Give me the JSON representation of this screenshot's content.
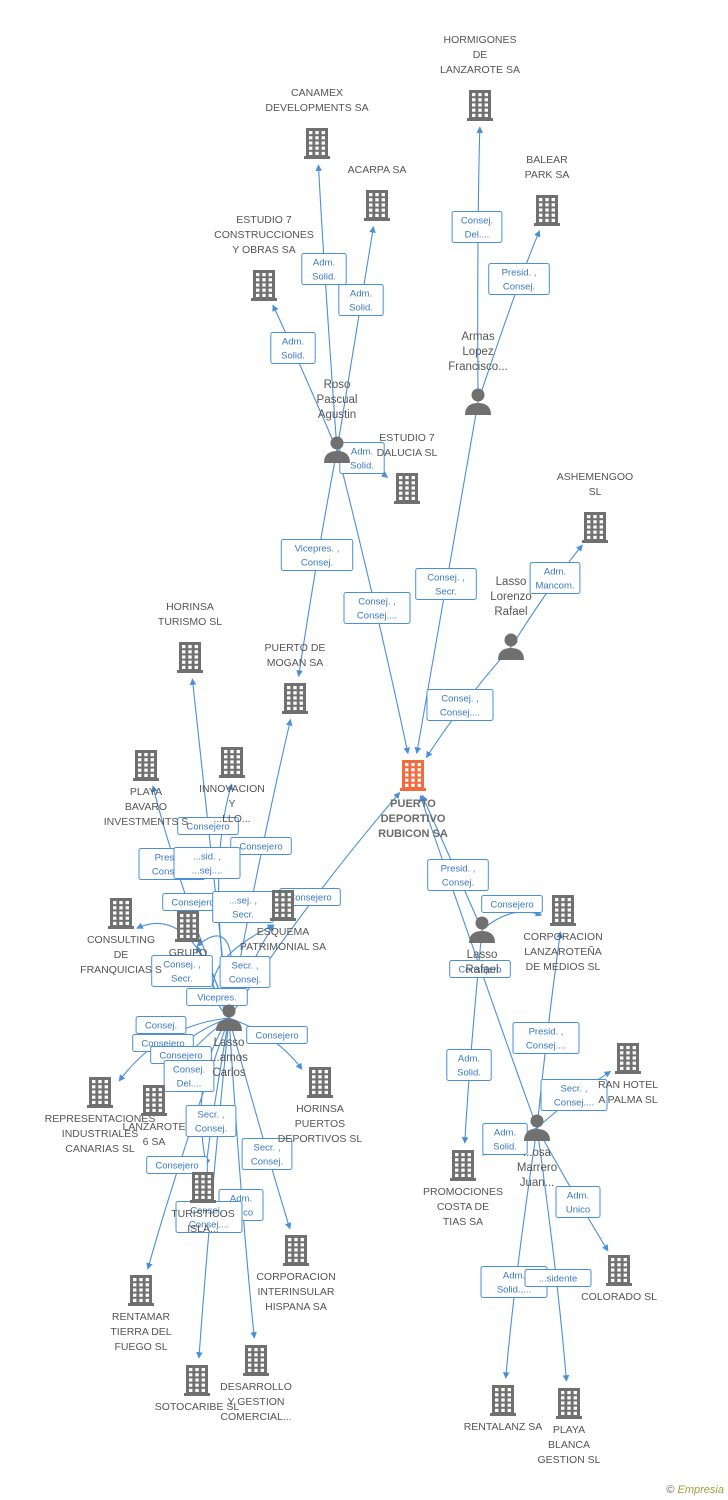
{
  "colors": {
    "building": "#707070",
    "focus": "#f26a3d",
    "edge": "#4a90d9",
    "person": "#707070"
  },
  "focus": {
    "id": "prubicon",
    "lines": [
      "PUERTO",
      "DEPORTIVO",
      "RUBICON SA"
    ]
  },
  "companies": [
    {
      "id": "hormigones",
      "lines": [
        "HORMIGONES",
        "DE",
        "LANZAROTE SA"
      ]
    },
    {
      "id": "canamex",
      "lines": [
        "CANAMEX",
        "DEVELOPMENTS SA"
      ]
    },
    {
      "id": "balear",
      "lines": [
        "BALEAR",
        "PARK SA"
      ]
    },
    {
      "id": "acarpa",
      "lines": [
        "ACARPA SA"
      ]
    },
    {
      "id": "estudio7c",
      "lines": [
        "ESTUDIO 7",
        "CONSTRUCCIONES",
        "Y OBRAS SA"
      ]
    },
    {
      "id": "estudio7a",
      "lines": [
        "ESTUDIO 7",
        "DALUCIA SL"
      ]
    },
    {
      "id": "ashemengoo",
      "lines": [
        "ASHEMENGOO",
        "SL"
      ]
    },
    {
      "id": "horinsa_t",
      "lines": [
        "HORINSA",
        "TURISMO SL"
      ]
    },
    {
      "id": "mogan",
      "lines": [
        "PUERTO DE",
        "MOGAN SA"
      ]
    },
    {
      "id": "bavaro",
      "lines": [
        "PLAYA",
        "BAVARO",
        "INVESTMENTS S"
      ]
    },
    {
      "id": "innovacion",
      "lines": [
        "INNOVACION",
        "Y",
        "...LLO..."
      ]
    },
    {
      "id": "consulting",
      "lines": [
        "CONSULTING",
        "DE",
        "FRANQUICIAS S"
      ]
    },
    {
      "id": "grupo",
      "lines": [
        "GRUPO"
      ]
    },
    {
      "id": "esquema",
      "lines": [
        "ESQUEMA",
        "PATRIMONIAL SA"
      ]
    },
    {
      "id": "corp_lanz",
      "lines": [
        "CORPORACION",
        "LANZAROTEÑA",
        "DE MEDIOS SL"
      ]
    },
    {
      "id": "granhotel",
      "lines": [
        "RAN HOTEL",
        "A PALMA SL"
      ]
    },
    {
      "id": "representaciones",
      "lines": [
        "REPRESENTACIONES",
        "INDUSTRIALES",
        "CANARIAS SL"
      ]
    },
    {
      "id": "lanzarote6",
      "lines": [
        "LANZAROTE",
        "6 SA"
      ]
    },
    {
      "id": "horinsa_p",
      "lines": [
        "HORINSA",
        "PUERTOS",
        "DEPORTIVOS SL"
      ]
    },
    {
      "id": "turisticos",
      "lines": [
        "TURISTICOS",
        "ISLA..."
      ]
    },
    {
      "id": "promociones",
      "lines": [
        "PROMOCIONES",
        "COSTA DE",
        "TIAS SA"
      ]
    },
    {
      "id": "corp_inter",
      "lines": [
        "CORPORACION",
        "INTERINSULAR",
        "HISPANA SA"
      ]
    },
    {
      "id": "colorado",
      "lines": [
        "COLORADO SL"
      ]
    },
    {
      "id": "rentamar",
      "lines": [
        "RENTAMAR",
        "TIERRA DEL",
        "FUEGO SL"
      ]
    },
    {
      "id": "desarrollo",
      "lines": [
        "DESARROLLO",
        "Y GESTION",
        "COMERCIAL..."
      ]
    },
    {
      "id": "sotocaribe",
      "lines": [
        "SOTOCARIBE SL"
      ]
    },
    {
      "id": "rentalanz",
      "lines": [
        "RENTALANZ SA"
      ]
    },
    {
      "id": "playablanca",
      "lines": [
        "PLAYA",
        "BLANCA",
        "GESTION SL"
      ]
    }
  ],
  "persons": [
    {
      "id": "armas",
      "lines": [
        "Armas",
        "Lopez",
        "Francisco..."
      ]
    },
    {
      "id": "roso",
      "lines": [
        "Roso",
        "Pascual",
        "Agustin"
      ]
    },
    {
      "id": "lasso_lr",
      "lines": [
        "Lasso",
        "Lorenzo",
        "Rafael"
      ]
    },
    {
      "id": "lasso_r",
      "lines": [
        "Lasso",
        "Rafael"
      ]
    },
    {
      "id": "lasso_c",
      "lines": [
        "Lasso",
        "...amos",
        "Carlos"
      ]
    },
    {
      "id": "rosa",
      "lines": [
        "...osa",
        "Marrero",
        "Juan..."
      ]
    }
  ],
  "edges": [
    {
      "from": "armas",
      "to": "hormigones",
      "lines": [
        "Consej.",
        "Del...."
      ]
    },
    {
      "from": "armas",
      "to": "balear",
      "lines": [
        "Presid. ,",
        "Consej."
      ]
    },
    {
      "from": "armas",
      "to": "prubicon",
      "lines": [
        "Consej. ,",
        "Secr."
      ]
    },
    {
      "from": "roso",
      "to": "canamex",
      "lines": [
        "Adm.",
        "Solid."
      ]
    },
    {
      "from": "roso",
      "to": "acarpa",
      "lines": [
        "Adm.",
        "Solid."
      ]
    },
    {
      "from": "roso",
      "to": "estudio7c",
      "lines": [
        "Adm.",
        "Solid."
      ]
    },
    {
      "from": "roso",
      "to": "estudio7a",
      "lines": [
        "Adm.",
        "Solid."
      ]
    },
    {
      "from": "roso",
      "to": "mogan",
      "lines": [
        "Vicepres. ,",
        "Consej."
      ]
    },
    {
      "from": "roso",
      "to": "prubicon",
      "lines": [
        "Consej. ,",
        "Consej...."
      ]
    },
    {
      "from": "lasso_lr",
      "to": "ashemengoo",
      "lines": [
        "Adm.",
        "Mancom."
      ]
    },
    {
      "from": "lasso_lr",
      "to": "prubicon",
      "lines": [
        "Consej. ,",
        "Consej...."
      ]
    },
    {
      "from": "lasso_c",
      "to": "horinsa_t",
      "lines": [
        "Consejero"
      ]
    },
    {
      "from": "lasso_c",
      "to": "mogan",
      "lines": [
        "Consejero"
      ]
    },
    {
      "from": "lasso_c",
      "to": "bavaro",
      "lines": [
        "Presid. ,",
        "Consej...."
      ]
    },
    {
      "from": "lasso_c",
      "to": "innovacion",
      "lines": [
        "...sid. ,",
        "...sej...."
      ]
    },
    {
      "from": "lasso_c",
      "to": "prubicon",
      "lines": [
        "Consejero"
      ]
    },
    {
      "from": "lasso_c",
      "to": "consulting",
      "lines": [
        "Consejero"
      ]
    },
    {
      "from": "lasso_c",
      "to": "grupo",
      "lines": [
        "...sej. ,",
        "Secr."
      ]
    },
    {
      "from": "lasso_c",
      "to": "esquema",
      "lines": [
        "Consej. ,",
        "Secr."
      ]
    },
    {
      "from": "lasso_c",
      "to": "esquema",
      "lines": [
        "Secr. ,",
        "Consej."
      ]
    },
    {
      "from": "lasso_c",
      "to": "grupo",
      "lines": [
        "Vicepres."
      ]
    },
    {
      "from": "lasso_c",
      "to": "representaciones",
      "lines": [
        "Consej."
      ]
    },
    {
      "from": "lasso_c",
      "to": "lanzarote6",
      "lines": [
        "Consejero"
      ]
    },
    {
      "from": "lasso_c",
      "to": "horinsa_p",
      "lines": [
        "Consejero"
      ]
    },
    {
      "from": "lasso_c",
      "to": "lanzarote6",
      "lines": [
        "Consejero"
      ]
    },
    {
      "from": "lasso_c",
      "to": "turisticos",
      "lines": [
        "Consej.",
        "Del...."
      ]
    },
    {
      "from": "lasso_c",
      "to": "turisticos",
      "lines": [
        "Secr. ,",
        "Consej."
      ]
    },
    {
      "from": "lasso_c",
      "to": "corp_inter",
      "lines": [
        "Secr. ,",
        "Consej."
      ]
    },
    {
      "from": "lasso_c",
      "to": "rentamar",
      "lines": [
        "Consejero"
      ]
    },
    {
      "from": "lasso_c",
      "to": "desarrollo",
      "lines": [
        "Adm.",
        "Unico"
      ]
    },
    {
      "from": "lasso_c",
      "to": "sotocaribe",
      "lines": [
        "Consej. ,",
        "Consej...."
      ]
    },
    {
      "from": "lasso_r",
      "to": "prubicon",
      "lines": [
        "Presid. ,",
        "Consej."
      ]
    },
    {
      "from": "lasso_r",
      "to": "corp_lanz",
      "lines": [
        "Consejero"
      ]
    },
    {
      "from": "lasso_r",
      "to": "promociones",
      "lines": [
        "Adm.",
        "Solid."
      ]
    },
    {
      "from": "rosa",
      "to": "corp_lanz",
      "lines": [
        "Presid. ,",
        "Consej...."
      ]
    },
    {
      "from": "rosa",
      "to": "granhotel",
      "lines": [
        "Secr. ,",
        "Consej...."
      ]
    },
    {
      "from": "rosa",
      "to": "prubicon",
      "lines": [
        "Consejero"
      ]
    },
    {
      "from": "rosa",
      "to": "promociones",
      "lines": [
        "Adm.",
        "Solid."
      ]
    },
    {
      "from": "rosa",
      "to": "colorado",
      "lines": [
        "Adm.",
        "Unico"
      ]
    },
    {
      "from": "rosa",
      "to": "rentalanz",
      "lines": [
        "Adm.",
        "Solid.,..."
      ]
    },
    {
      "from": "rosa",
      "to": "playablanca",
      "lines": [
        "...sidente"
      ]
    }
  ],
  "credit": {
    "symbol": "©",
    "brand": "Empresia"
  }
}
